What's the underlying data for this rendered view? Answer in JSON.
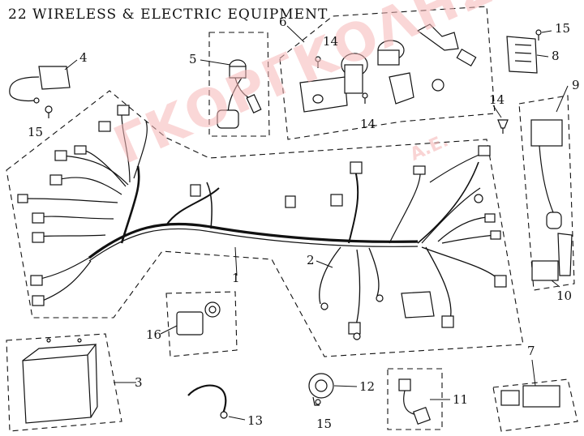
{
  "title": "22   WIRELESS & ELECTRIC EQUIPMENT",
  "watermark": {
    "text": "ΓΚΟΡΓΚΟΛΗΣ",
    "suffix": "Α.Ε."
  },
  "callouts": [
    {
      "id": "c1",
      "label": "1"
    },
    {
      "id": "c2",
      "label": "2"
    },
    {
      "id": "c3",
      "label": "3"
    },
    {
      "id": "c4",
      "label": "4"
    },
    {
      "id": "c5",
      "label": "5"
    },
    {
      "id": "c6",
      "label": "6"
    },
    {
      "id": "c7",
      "label": "7"
    },
    {
      "id": "c8",
      "label": "8"
    },
    {
      "id": "c9",
      "label": "9"
    },
    {
      "id": "c10",
      "label": "10"
    },
    {
      "id": "c11",
      "label": "11"
    },
    {
      "id": "c12",
      "label": "12"
    },
    {
      "id": "c13",
      "label": "13"
    },
    {
      "id": "c14a",
      "label": "14"
    },
    {
      "id": "c14b",
      "label": "14"
    },
    {
      "id": "c14c",
      "label": "14"
    },
    {
      "id": "c15a",
      "label": "15"
    },
    {
      "id": "c15b",
      "label": "15"
    },
    {
      "id": "c15c",
      "label": "15"
    },
    {
      "id": "c16",
      "label": "16"
    }
  ],
  "colors": {
    "ink": "#111111",
    "watermark": "#f6b8b8"
  }
}
